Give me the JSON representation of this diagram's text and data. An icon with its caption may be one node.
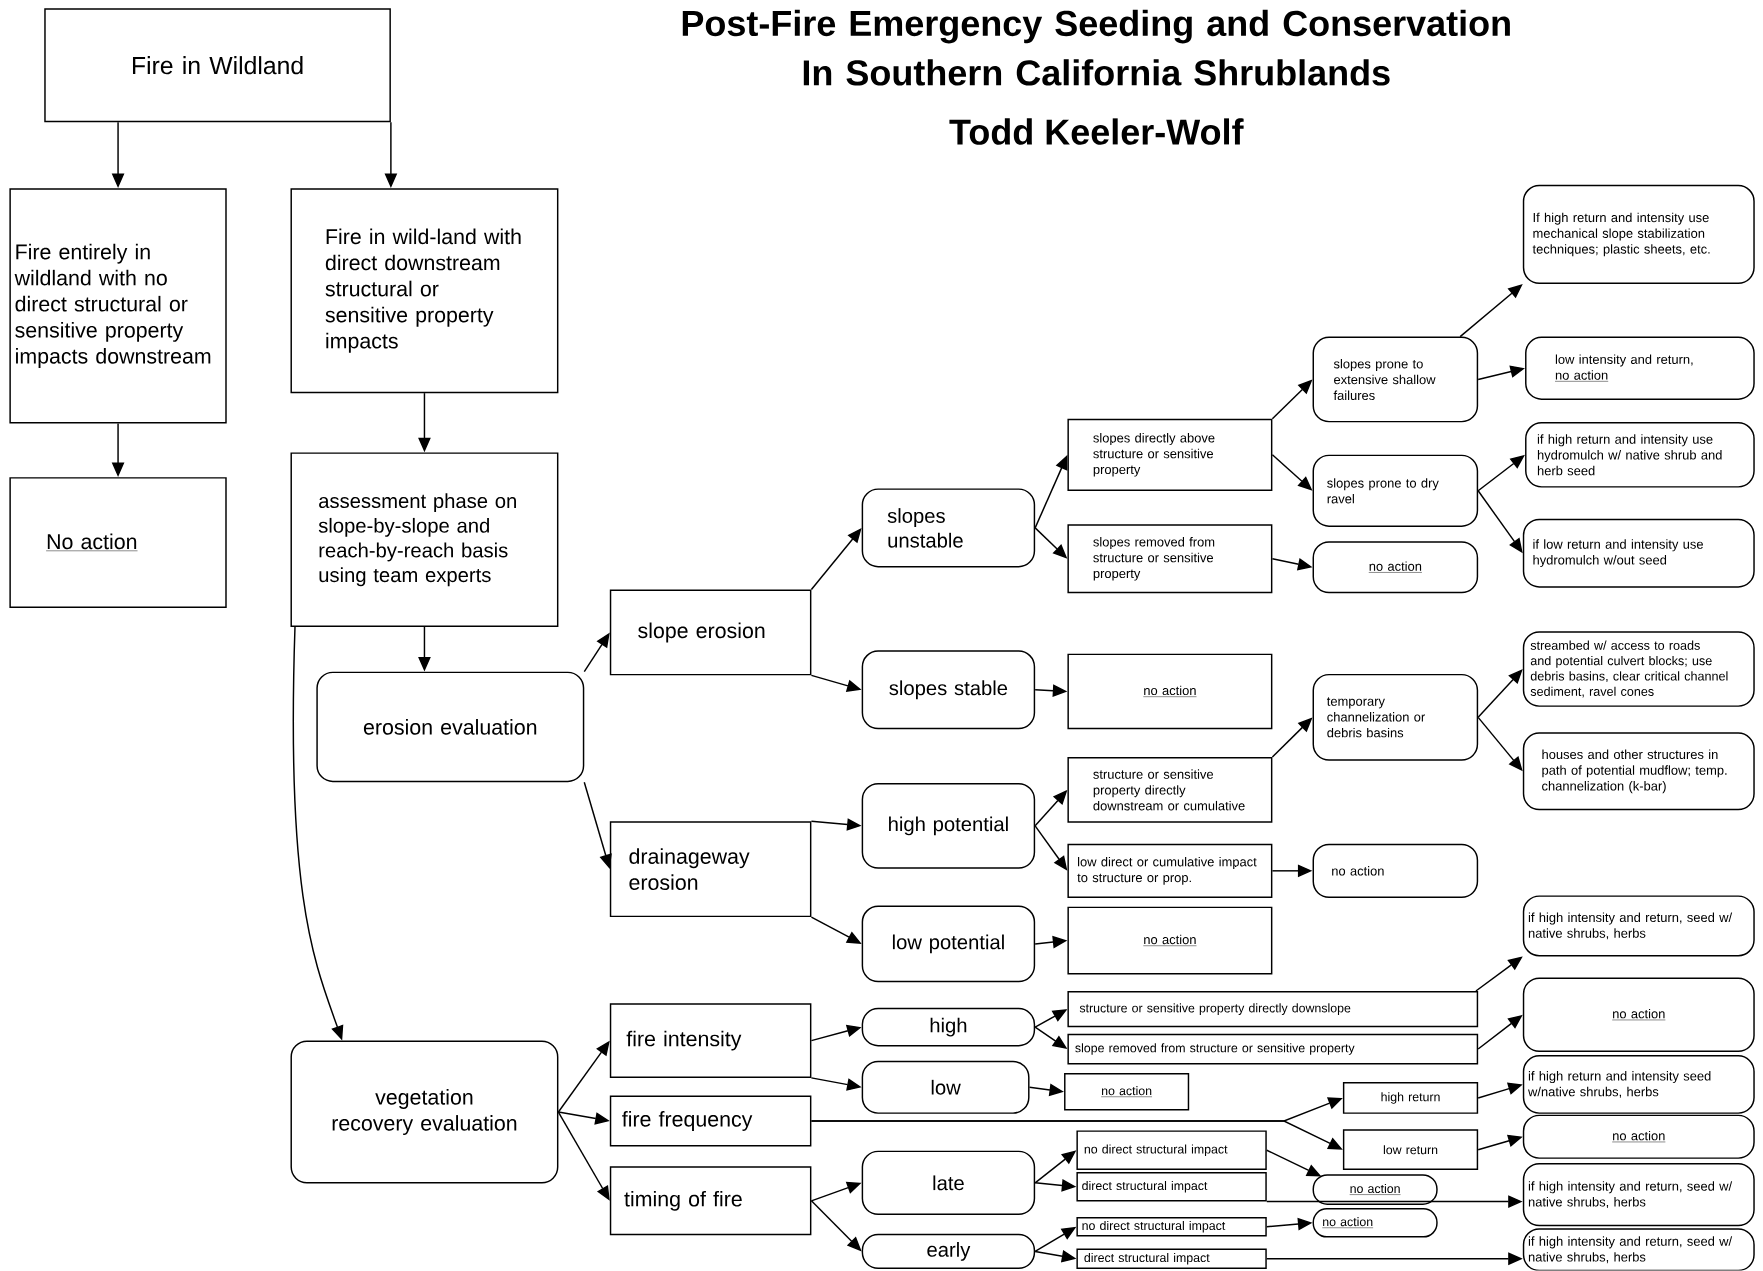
{
  "diagram": {
    "title": "Post-Fire Emergency Seeding and Conservation In Southern California Shrublands",
    "nodes": [
      {
        "text": [
          "Fire in Wildland"
        ]
      },
      {
        "text": [
          "Fire entirely in wildland with no direct structural or sensitive property impacts downstream"
        ]
      },
      {
        "text": [
          "No action"
        ]
      },
      {
        "text": [
          "Fire in wild-land with direct downstream structural or sensitive property impacts"
        ]
      },
      {
        "text": [
          "assessment phase on slope-by-slope and reach-by-reach basis using team experts"
        ]
      },
      {
        "text": [
          "erosion evaluation"
        ]
      },
      {
        "text": [
          "slope erosion"
        ]
      },
      {
        "text": [
          "drainageway erosion"
        ]
      },
      {
        "text": [
          "slopes unstable"
        ]
      },
      {
        "text": [
          "slopes stable"
        ]
      },
      {
        "text": [
          "high potential"
        ]
      },
      {
        "text": [
          "low potential"
        ]
      },
      {
        "text": [
          "slopes directly above structure or sensitive property"
        ]
      },
      {
        "text": [
          "slopes removed from structure or sensitive property"
        ]
      },
      {
        "text": [
          "no action"
        ]
      },
      {
        "text": [
          "structure or sensitive property directly downstream or cumulative"
        ]
      },
      {
        "text": [
          "low direct or cumulative impact to structure or prop."
        ]
      },
      {
        "text": [
          "no action"
        ]
      },
      {
        "text": [
          "slopes prone to extensive shallow failures"
        ]
      },
      {
        "text": [
          "slopes prone to dry ravel"
        ]
      },
      {
        "text": [
          "no action"
        ]
      },
      {
        "text": [
          "temporary channelization or debris basins"
        ]
      },
      {
        "text": [
          "no action"
        ]
      },
      {
        "text": [
          "If high return and intensity use mechanical slope stabilization techniques; plastic sheets, etc."
        ]
      },
      {
        "text": [
          "low intensity and return,",
          "no action"
        ]
      },
      {
        "text": [
          "if high return and intensity use hydromulch w/ native shrub and herb seed"
        ]
      },
      {
        "text": [
          "if low return and intensity use hydromulch w/out seed"
        ]
      },
      {
        "text": [
          "streambed w/ access to roads and potential culvert blocks; use debris basins, clear critical channel sediment, ravel cones"
        ]
      },
      {
        "text": [
          "houses and other structures in path of potential mudflow; temp. channelization (k-bar)"
        ]
      },
      {
        "text": [
          "vegetation recovery evaluation"
        ]
      },
      {
        "text": [
          "fire intensity"
        ]
      },
      {
        "text": [
          "fire frequency"
        ]
      },
      {
        "text": [
          "timing of fire"
        ]
      },
      {
        "text": [
          "high"
        ]
      },
      {
        "text": [
          "low"
        ]
      },
      {
        "text": [
          "late"
        ]
      },
      {
        "text": [
          "early"
        ]
      },
      {
        "text": [
          "structure or sensitive property directly downslope"
        ]
      },
      {
        "text": [
          "slope removed from structure or sensitive property"
        ]
      },
      {
        "text": [
          "no action"
        ]
      },
      {
        "text": [
          "high return"
        ]
      },
      {
        "text": [
          "low return"
        ]
      },
      {
        "text": [
          "no direct structural impact"
        ]
      },
      {
        "text": [
          "direct structural impact"
        ]
      },
      {
        "text": [
          "no action"
        ]
      },
      {
        "text": [
          "no direct structural impact"
        ]
      },
      {
        "text": [
          "no action"
        ]
      },
      {
        "text": [
          "direct structural impact"
        ]
      },
      {
        "text": [
          "if high intensity and return, seed w/ native shrubs, herbs"
        ]
      },
      {
        "text": [
          "no action"
        ]
      },
      {
        "text": [
          "if high return and intensity seed w/native shrubs, herbs"
        ]
      },
      {
        "text": [
          "no action"
        ]
      },
      {
        "text": [
          "if high intensity and return, seed w/ native shrubs, herbs"
        ]
      },
      {
        "text": [
          "if high intensity and return, seed w/ native shrubs, herbs"
        ]
      }
    ],
    "edges": [
      {
        "from": 0,
        "to": 1,
        "arrow": "to"
      },
      {
        "from": 0,
        "to": 3,
        "arrow": "to"
      },
      {
        "from": 1,
        "to": 2,
        "arrow": "to"
      },
      {
        "from": 3,
        "to": 4,
        "arrow": "to"
      },
      {
        "from": 4,
        "to": 5,
        "arrow": "to"
      },
      {
        "from": 4,
        "to": 29,
        "arrow": "to"
      },
      {
        "from": 5,
        "to": 6,
        "arrow": "to"
      },
      {
        "from": 5,
        "to": 7,
        "arrow": "to"
      },
      {
        "from": 6,
        "to": 8,
        "arrow": "to"
      },
      {
        "from": 6,
        "to": 9,
        "arrow": "to"
      },
      {
        "from": 8,
        "to": 12,
        "arrow": "to"
      },
      {
        "from": 8,
        "to": 13,
        "arrow": "to"
      },
      {
        "from": 9,
        "to": 14,
        "arrow": "to"
      },
      {
        "from": 7,
        "to": 10,
        "arrow": "to"
      },
      {
        "from": 7,
        "to": 11,
        "arrow": "to"
      },
      {
        "from": 10,
        "to": 15,
        "arrow": "to"
      },
      {
        "from": 10,
        "to": 16,
        "arrow": "to"
      },
      {
        "from": 11,
        "to": 17,
        "arrow": "to"
      },
      {
        "from": 12,
        "to": 18,
        "arrow": "to"
      },
      {
        "from": 12,
        "to": 19,
        "arrow": "to"
      },
      {
        "from": 13,
        "to": 20,
        "arrow": "to"
      },
      {
        "from": 15,
        "to": 21,
        "arrow": "to"
      },
      {
        "from": 16,
        "to": 22,
        "arrow": "to"
      },
      {
        "from": 18,
        "to": 23,
        "arrow": "to"
      },
      {
        "from": 18,
        "to": 24,
        "arrow": "to"
      },
      {
        "from": 19,
        "to": 25,
        "arrow": "to"
      },
      {
        "from": 19,
        "to": 26,
        "arrow": "to"
      },
      {
        "from": 21,
        "to": 27,
        "arrow": "to"
      },
      {
        "from": 21,
        "to": 28,
        "arrow": "to"
      },
      {
        "from": 29,
        "to": 30,
        "arrow": "to"
      },
      {
        "from": 29,
        "to": 31,
        "arrow": "to"
      },
      {
        "from": 29,
        "to": 32,
        "arrow": "to"
      },
      {
        "from": 30,
        "to": 33,
        "arrow": "to"
      },
      {
        "from": 30,
        "to": 34,
        "arrow": "to"
      },
      {
        "from": 34,
        "to": 39,
        "arrow": "to"
      },
      {
        "from": 33,
        "to": 37,
        "arrow": "to"
      },
      {
        "from": 33,
        "to": 38,
        "arrow": "to"
      },
      {
        "from": 37,
        "to": 48,
        "arrow": "to"
      },
      {
        "from": 38,
        "to": 49,
        "arrow": "to"
      },
      {
        "from": 31,
        "to": 40,
        "arrow": "to"
      },
      {
        "from": 31,
        "to": 41,
        "arrow": "to"
      },
      {
        "from": 40,
        "to": 50,
        "arrow": "to"
      },
      {
        "from": 41,
        "to": 51,
        "arrow": "to"
      },
      {
        "from": 32,
        "to": 35,
        "arrow": "to"
      },
      {
        "from": 32,
        "to": 36,
        "arrow": "to"
      },
      {
        "from": 35,
        "to": 42,
        "arrow": "to"
      },
      {
        "from": 35,
        "to": 43,
        "arrow": "to"
      },
      {
        "from": 42,
        "to": 44,
        "arrow": "to"
      },
      {
        "from": 43,
        "to": 52,
        "arrow": "to"
      },
      {
        "from": 36,
        "to": 45,
        "arrow": "to"
      },
      {
        "from": 36,
        "to": 47,
        "arrow": "to"
      },
      {
        "from": 45,
        "to": 46,
        "arrow": "to"
      },
      {
        "from": 47,
        "to": 53,
        "arrow": "to"
      }
    ],
    "labels": [
      "Todd Keeler-Wolf"
    ]
  }
}
